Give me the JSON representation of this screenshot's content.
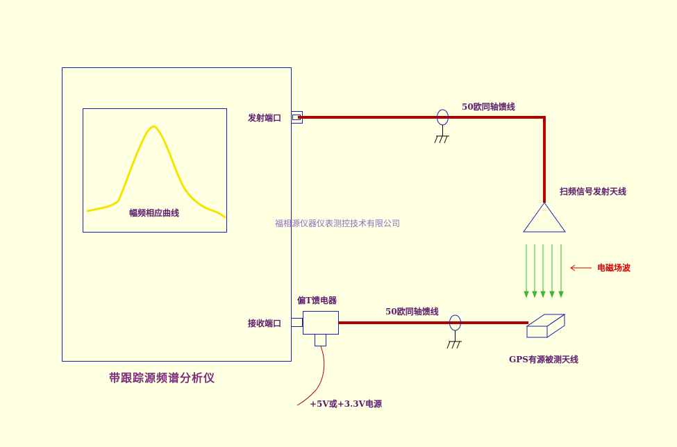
{
  "labels": {
    "tx_port": "发射端口",
    "rx_port": "接收端口",
    "coax_top": "50欧同轴馈线",
    "coax_bottom": "50欧同轴馈线",
    "sweep_antenna": "扫频信号发射天线",
    "em_wave": "电磁场波",
    "bias_tee": "偏T馈电器",
    "gps_antenna": "GPS有源被测天线",
    "power": "+5V或+3.3V电源",
    "curve": "幅频相应曲线",
    "instrument": "带跟踪源频谱分析仪",
    "watermark": "福相源仪器仪表测控技术有限公司"
  },
  "colors": {
    "background": "#FFFFE1",
    "outline": "#1B1FB0",
    "cable": "#B00000",
    "curve": "#F2E600",
    "wave": "#3CB43C",
    "text": "#5B1C6E",
    "accent": "#D40000"
  }
}
